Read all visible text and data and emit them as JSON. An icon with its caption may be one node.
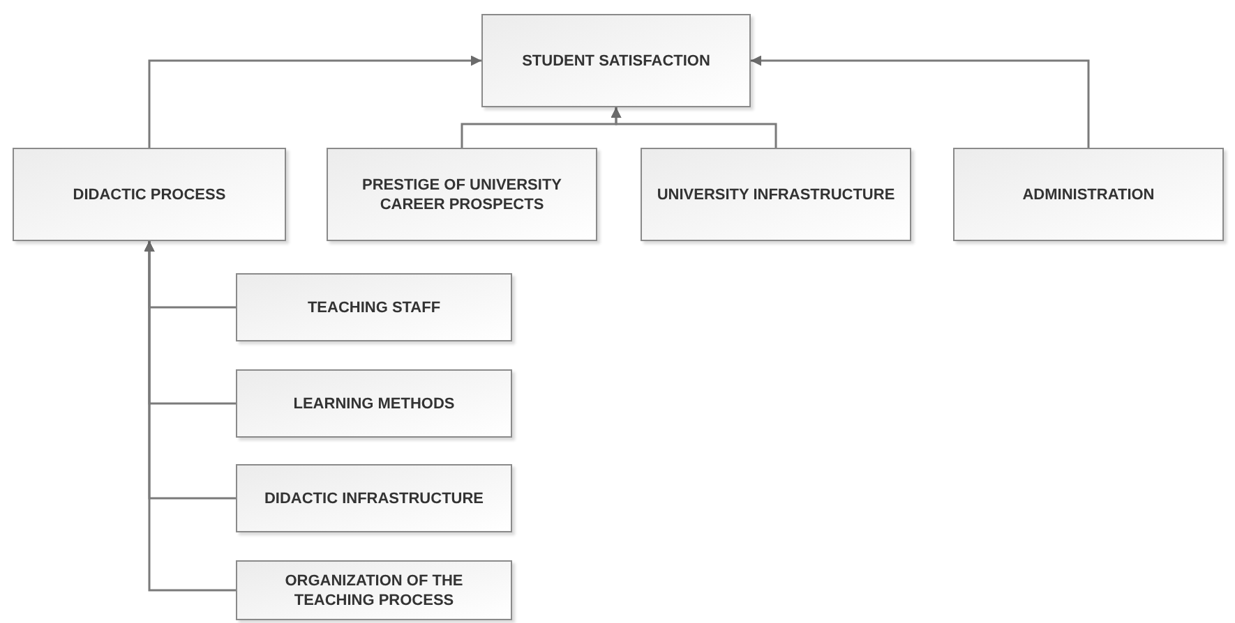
{
  "diagram": {
    "nodes": [
      {
        "text": [
          "STUDENT SATISFACTION"
        ]
      },
      {
        "text": [
          "DIDACTIC PROCESS"
        ]
      },
      {
        "text": [
          "PRESTIGE OF UNIVERSITY CAREER PROSPECTS"
        ]
      },
      {
        "text": [
          "UNIVERSITY INFRASTRUCTURE"
        ]
      },
      {
        "text": [
          "ADMINISTRATION"
        ]
      },
      {
        "text": [
          "TEACHING STAFF"
        ]
      },
      {
        "text": [
          "LEARNING METHODS"
        ]
      },
      {
        "text": [
          "DIDACTIC INFRASTRUCTURE"
        ]
      },
      {
        "text": [
          "ORGANIZATION OF THE TEACHING PROCESS"
        ]
      }
    ],
    "edges": [
      {
        "from": 1,
        "to": 0,
        "arrow": "to"
      },
      {
        "from": 2,
        "to": 0,
        "arrow": "to"
      },
      {
        "from": 3,
        "to": 0,
        "arrow": "to"
      },
      {
        "from": 4,
        "to": 0,
        "arrow": "to"
      },
      {
        "from": 5,
        "to": 1,
        "arrow": "to"
      },
      {
        "from": 6,
        "to": 1,
        "arrow": "to"
      },
      {
        "from": 7,
        "to": 1,
        "arrow": "to"
      },
      {
        "from": 8,
        "to": 1,
        "arrow": "to"
      }
    ]
  }
}
